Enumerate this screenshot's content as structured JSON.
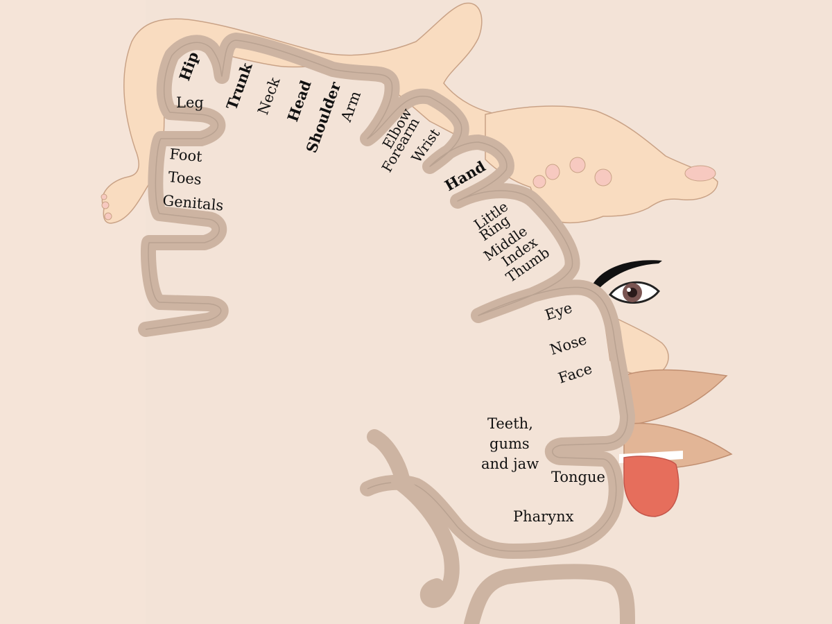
{
  "labels": {
    "hip": "Hip",
    "leg": "Leg",
    "trunk": "Trunk",
    "neck": "Neck",
    "head": "Head",
    "shoulder": "Shoulder",
    "arm": "Arm",
    "elbow": "Elbow",
    "forearm": "Forearm",
    "wrist": "Wrist",
    "hand": "Hand",
    "little": "Little",
    "ring": "Ring",
    "middle": "Middle",
    "index": "Index",
    "thumb": "Thumb",
    "foot": "Foot",
    "toes": "Toes",
    "genitals": "Genitals",
    "eye": "Eye",
    "nose": "Nose",
    "face": "Face",
    "teeth_line1": "Teeth,",
    "teeth_line2": "gums",
    "teeth_line3": "and jaw",
    "tongue": "Tongue",
    "pharynx": "Pharynx"
  },
  "colors": {
    "background": "#f3e3d7",
    "cortex_fill": "#cdb4a2",
    "cortex_stroke": "#a68f7f",
    "skin": "#f9dcc0",
    "skin_stroke": "#c9a286",
    "lips": "#e2b596",
    "tongue": "#e66e5c",
    "eyebrow": "#111111",
    "iris": "#7a5552"
  }
}
